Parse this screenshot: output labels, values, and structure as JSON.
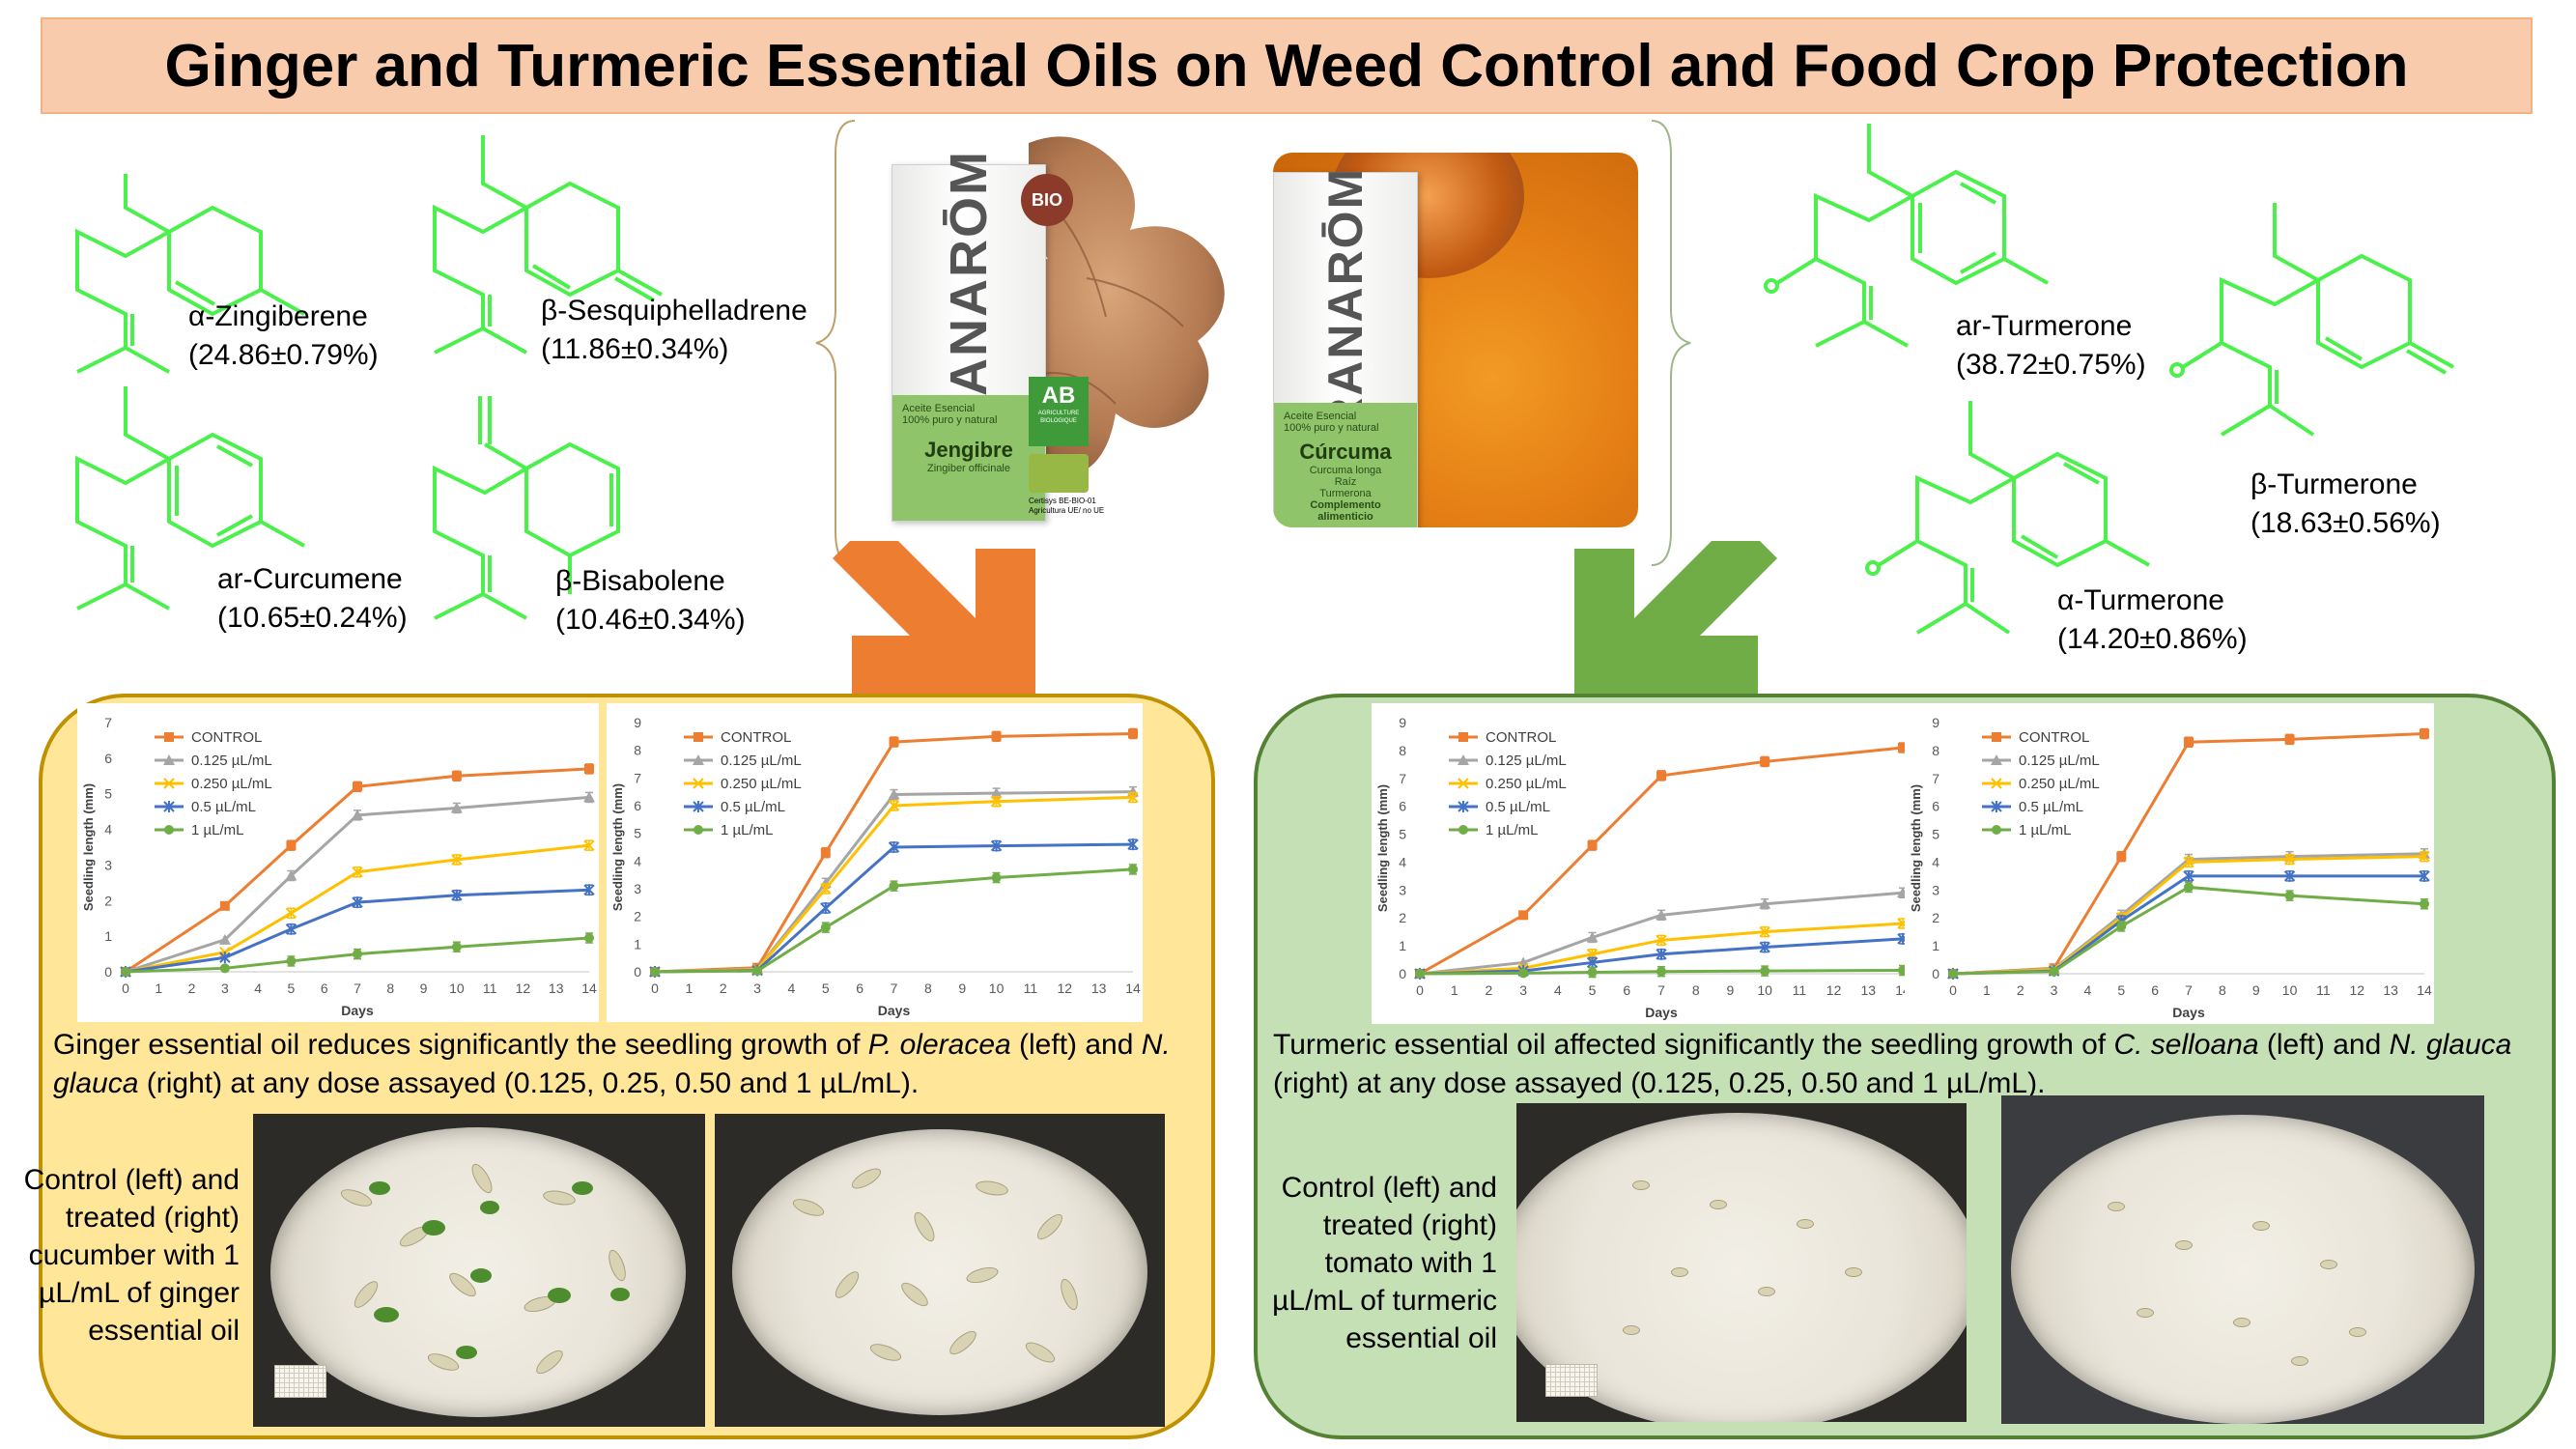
{
  "title": "Ginger and Turmeric Essential Oils on Weed Control and Food Crop Protection",
  "ginger_compounds": [
    {
      "name": "α-Zingiberene",
      "value": "(24.86±0.79%)"
    },
    {
      "name": "β-Sesquiphelladrene",
      "value": "(11.86±0.34%)"
    },
    {
      "name": "ar-Curcumene",
      "value": "(10.65±0.24%)"
    },
    {
      "name": "β-Bisabolene",
      "value": "(10.46±0.34%)"
    }
  ],
  "turmeric_compounds": [
    {
      "name": "ar-Turmerone",
      "value": "(38.72±0.75%)"
    },
    {
      "name": "β-Turmerone",
      "value": "(18.63±0.56%)"
    },
    {
      "name": "α-Turmerone",
      "value": "(14.20±0.86%)"
    }
  ],
  "products": {
    "ginger": {
      "brand": "PRANARŌM",
      "badge": "BIO",
      "label1": "Aceite Esencial",
      "label2": "100% puro y natural",
      "name": "Jengibre",
      "sub": "Zingiber officinale",
      "cert_logo": "AB",
      "cert_text": "AGRICULTURE BIOLOGIQUE",
      "cert_code": "Certisys BE-BIO-01",
      "cert_note": "Agricultura UE/ no UE"
    },
    "turmeric": {
      "brand": "PRANARŌM",
      "label1": "Aceite Esencial",
      "label2": "100% puro y natural",
      "name": "Cúrcuma",
      "sub": "Curcuma longa",
      "part": "Raíz",
      "comp": "Turmerona",
      "note": "Complemento alimenticio"
    }
  },
  "ginger_caption": {
    "part1": "Ginger essential oil reduces significantly the seedling growth of ",
    "sp1": "P. oleracea",
    "part2": " (left) and ",
    "sp2": "N. glauca",
    "part3": " (right) at any dose assayed (0.125, 0.25, 0.50 and 1 µL/mL)."
  },
  "turmeric_caption": {
    "part1": "Turmeric essential oil affected significantly the seedling growth of ",
    "sp1": "C. selloana",
    "part2": " (left) and ",
    "sp2": "N. glauca",
    "part3": " (right) at any dose assayed (0.125, 0.25, 0.50 and 1 µL/mL)."
  },
  "ginger_photo_text": "Control (left) and treated (right) cucumber with 1 µL/mL of ginger essential oil",
  "turmeric_photo_text": "Control (left) and treated (right) tomato with 1 µL/mL of turmeric essential oil",
  "colors": {
    "control": "#ed7d31",
    "d0125": "#a5a5a5",
    "d0250": "#ffc000",
    "d05": "#4472c4",
    "d1": "#70ad47",
    "molecule": "#4cf04c",
    "ginger_arrow": "#ed7d31",
    "turmeric_arrow": "#70ad47"
  },
  "chart_data": [
    {
      "type": "line",
      "x": [
        0,
        3,
        5,
        7,
        10,
        14
      ],
      "xlabel": "Days",
      "ylabel": "Seedling length (mm)",
      "xlim": [
        0,
        14
      ],
      "ylim": [
        0,
        7
      ],
      "yticks": [
        0,
        1,
        2,
        3,
        4,
        5,
        6,
        7
      ],
      "series": [
        {
          "name": "CONTROL",
          "values": [
            0,
            1.85,
            3.55,
            5.2,
            5.5,
            5.7
          ]
        },
        {
          "name": "0.125 µL/mL",
          "values": [
            0,
            0.9,
            2.7,
            4.4,
            4.6,
            4.9
          ]
        },
        {
          "name": "0.250 µL/mL",
          "values": [
            0,
            0.55,
            1.65,
            2.8,
            3.15,
            3.55
          ]
        },
        {
          "name": "0.5 µL/mL",
          "values": [
            0,
            0.4,
            1.2,
            1.95,
            2.15,
            2.3
          ]
        },
        {
          "name": "1 µL/mL",
          "values": [
            0,
            0.1,
            0.3,
            0.5,
            0.7,
            0.95
          ]
        }
      ]
    },
    {
      "type": "line",
      "x": [
        0,
        3,
        5,
        7,
        10,
        14
      ],
      "xlabel": "Days",
      "ylabel": "Seedling length (mm)",
      "xlim": [
        0,
        14
      ],
      "ylim": [
        0,
        9
      ],
      "yticks": [
        0,
        1,
        2,
        3,
        4,
        5,
        6,
        7,
        8,
        9
      ],
      "series": [
        {
          "name": "CONTROL",
          "values": [
            0,
            0.15,
            4.3,
            8.3,
            8.5,
            8.6
          ]
        },
        {
          "name": "0.125 µL/mL",
          "values": [
            0,
            0.1,
            3.2,
            6.4,
            6.45,
            6.5
          ]
        },
        {
          "name": "0.250 µL/mL",
          "values": [
            0,
            0.08,
            3.0,
            6.0,
            6.15,
            6.3
          ]
        },
        {
          "name": "0.5 µL/mL",
          "values": [
            0,
            0.05,
            2.3,
            4.5,
            4.55,
            4.6
          ]
        },
        {
          "name": "1 µL/mL",
          "values": [
            0,
            0.03,
            1.6,
            3.1,
            3.4,
            3.7
          ]
        }
      ]
    },
    {
      "type": "line",
      "x": [
        0,
        3,
        5,
        7,
        10,
        14
      ],
      "xlabel": "Days",
      "ylabel": "Seedling length (mm)",
      "xlim": [
        0,
        14
      ],
      "ylim": [
        0,
        9
      ],
      "yticks": [
        0,
        1,
        2,
        3,
        4,
        5,
        6,
        7,
        8,
        9
      ],
      "series": [
        {
          "name": "CONTROL",
          "values": [
            0,
            2.1,
            4.6,
            7.1,
            7.6,
            8.1
          ]
        },
        {
          "name": "0.125 µL/mL",
          "values": [
            0,
            0.4,
            1.3,
            2.1,
            2.5,
            2.9
          ]
        },
        {
          "name": "0.250 µL/mL",
          "values": [
            0,
            0.2,
            0.7,
            1.2,
            1.5,
            1.8
          ]
        },
        {
          "name": "0.5 µL/mL",
          "values": [
            0,
            0.1,
            0.4,
            0.7,
            0.95,
            1.25
          ]
        },
        {
          "name": "1 µL/mL",
          "values": [
            0,
            0.02,
            0.05,
            0.08,
            0.1,
            0.12
          ]
        }
      ]
    },
    {
      "type": "line",
      "x": [
        0,
        3,
        5,
        7,
        10,
        14
      ],
      "xlabel": "Days",
      "ylabel": "Seedling length (mm)",
      "xlim": [
        0,
        14
      ],
      "ylim": [
        0,
        9
      ],
      "yticks": [
        0,
        1,
        2,
        3,
        4,
        5,
        6,
        7,
        8,
        9
      ],
      "series": [
        {
          "name": "CONTROL",
          "values": [
            0,
            0.2,
            4.2,
            8.3,
            8.4,
            8.6
          ]
        },
        {
          "name": "0.125 µL/mL",
          "values": [
            0,
            0.18,
            2.1,
            4.1,
            4.2,
            4.3
          ]
        },
        {
          "name": "0.250 µL/mL",
          "values": [
            0,
            0.15,
            2.0,
            4.0,
            4.1,
            4.2
          ]
        },
        {
          "name": "0.5 µL/mL",
          "values": [
            0,
            0.1,
            1.9,
            3.5,
            3.5,
            3.5
          ]
        },
        {
          "name": "1 µL/mL",
          "values": [
            0,
            0.08,
            1.7,
            3.1,
            2.8,
            2.5
          ]
        }
      ]
    }
  ]
}
